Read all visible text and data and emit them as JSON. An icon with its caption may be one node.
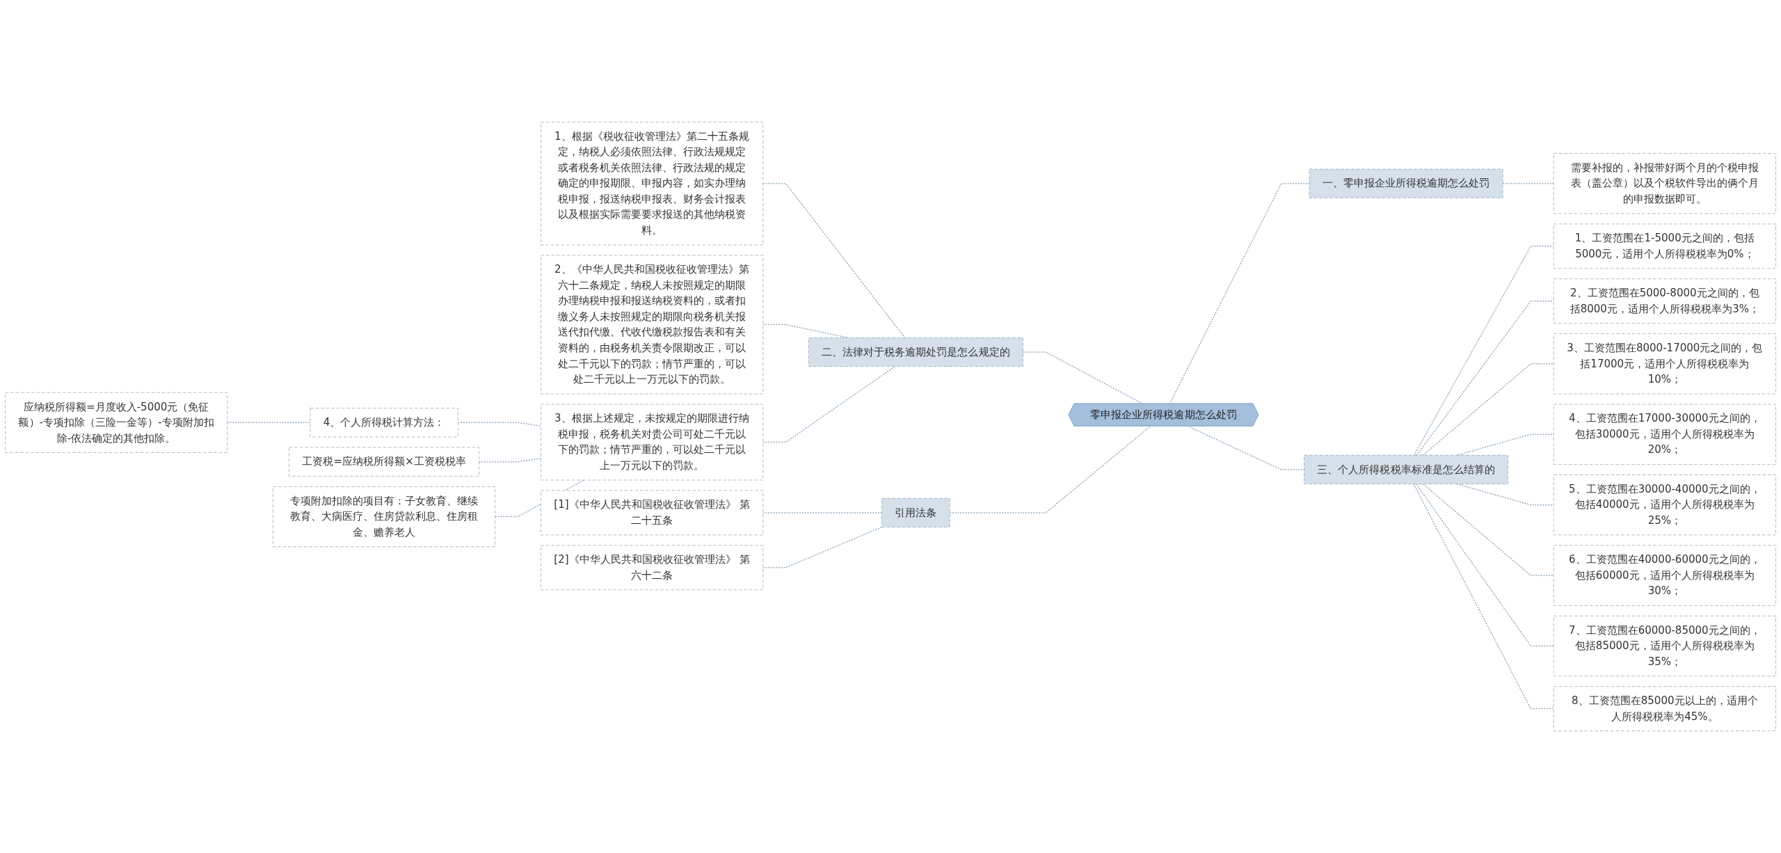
{
  "diagram": {
    "nodes": [
      {
        "text": [
          "零申报企业所得税逾期怎么处罚"
        ]
      },
      {
        "text": [
          "一、零申报企业所得税逾期怎么处罚"
        ]
      },
      {
        "text": [
          "需要补报的，补报带好两个月的个税申报表（盖公章）以及个税软件导出的俩个月的申报数据即可。"
        ]
      },
      {
        "text": [
          "二、法律对于税务逾期处罚是怎么规定的"
        ]
      },
      {
        "text": [
          "1、根据《税收征收管理法》第二十五条规定，纳税人必须依照法律、行政法规规定或者税务机关依照法律、行政法规的规定确定的申报期限、申报内容，如实办理纳税申报，报送纳税申报表、财务会计报表以及根据实际需要要求报送的其他纳税资料。"
        ]
      },
      {
        "text": [
          "2、《中华人民共和国税收征收管理法》第六十二条规定，纳税人未按照规定的期限办理纳税申报和报送纳税资料的，或者扣缴义务人未按照规定的期限向税务机关报送代扣代缴、代收代缴税款报告表和有关资料的，由税务机关责令限期改正，可以处二千元以下的罚款；情节严重的，可以处二千元以上一万元以下的罚款。"
        ]
      },
      {
        "text": [
          "3、根据上述规定，未按规定的期限进行纳税申报，税务机关对贵公司可处二千元以下的罚款；情节严重的，可以处二千元以上一万元以下的罚款。"
        ]
      },
      {
        "text": [
          "4、个人所得税计算方法："
        ]
      },
      {
        "text": [
          "应纳税所得额=月度收入-5000元（免征额）-专项扣除（三险一金等）-专项附加扣除-依法确定的其他扣除。"
        ]
      },
      {
        "text": [
          "工资税=应纳税所得额×工资税税率"
        ]
      },
      {
        "text": [
          "专项附加扣除的项目有：子女教育、继续教育、大病医疗、住房贷款利息、住房租金、赡养老人"
        ]
      },
      {
        "text": [
          "三、个人所得税税率标准是怎么结算的"
        ]
      },
      {
        "text": [
          "1、工资范围在1-5000元之间的，包括5000元，适用个人所得税税率为0%；"
        ]
      },
      {
        "text": [
          "2、工资范围在5000-8000元之间的，包括8000元，适用个人所得税税率为3%；"
        ]
      },
      {
        "text": [
          "3、工资范围在8000-17000元之间的，包括17000元，适用个人所得税税率为10%；"
        ]
      },
      {
        "text": [
          "4、工资范围在17000-30000元之间的，包括30000元，适用个人所得税税率为20%；"
        ]
      },
      {
        "text": [
          "5、工资范围在30000-40000元之间的，包括40000元，适用个人所得税税率为25%；"
        ]
      },
      {
        "text": [
          "6、工资范围在40000-60000元之间的，包括60000元，适用个人所得税税率为30%；"
        ]
      },
      {
        "text": [
          "7、工资范围在60000-85000元之间的，包括85000元，适用个人所得税税率为35%；"
        ]
      },
      {
        "text": [
          "8、工资范围在85000元以上的，适用个人所得税税率为45%。"
        ]
      },
      {
        "text": [
          "引用法条"
        ]
      },
      {
        "text": [
          "[1]《中华人民共和国税收征收管理法》 第二十五条"
        ]
      },
      {
        "text": [
          "[2]《中华人民共和国税收征收管理法》 第六十二条"
        ]
      }
    ],
    "edges": [
      {
        "from": 0,
        "to": 1,
        "arrow": "none",
        "style": "dashed"
      },
      {
        "from": 1,
        "to": 2,
        "arrow": "none",
        "style": "dashed"
      },
      {
        "from": 0,
        "to": 3,
        "arrow": "none",
        "style": "dashed"
      },
      {
        "from": 3,
        "to": 4,
        "arrow": "none",
        "style": "dashed"
      },
      {
        "from": 3,
        "to": 5,
        "arrow": "none",
        "style": "dashed"
      },
      {
        "from": 3,
        "to": 6,
        "arrow": "none",
        "style": "dashed"
      },
      {
        "from": 6,
        "to": 7,
        "arrow": "none",
        "style": "dashed"
      },
      {
        "from": 7,
        "to": 8,
        "arrow": "none",
        "style": "dashed"
      },
      {
        "from": 6,
        "to": 9,
        "arrow": "none",
        "style": "dashed"
      },
      {
        "from": 6,
        "to": 10,
        "arrow": "none",
        "style": "dashed"
      },
      {
        "from": 0,
        "to": 11,
        "arrow": "none",
        "style": "dashed"
      },
      {
        "from": 11,
        "to": 12,
        "arrow": "none",
        "style": "dashed"
      },
      {
        "from": 11,
        "to": 13,
        "arrow": "none",
        "style": "dashed"
      },
      {
        "from": 11,
        "to": 14,
        "arrow": "none",
        "style": "dashed"
      },
      {
        "from": 11,
        "to": 15,
        "arrow": "none",
        "style": "dashed"
      },
      {
        "from": 11,
        "to": 16,
        "arrow": "none",
        "style": "dashed"
      },
      {
        "from": 11,
        "to": 17,
        "arrow": "none",
        "style": "dashed"
      },
      {
        "from": 11,
        "to": 18,
        "arrow": "none",
        "style": "dashed"
      },
      {
        "from": 11,
        "to": 19,
        "arrow": "none",
        "style": "dashed"
      },
      {
        "from": 0,
        "to": 20,
        "arrow": "none",
        "style": "dashed"
      },
      {
        "from": 20,
        "to": 21,
        "arrow": "none",
        "style": "dashed"
      },
      {
        "from": 20,
        "to": 22,
        "arrow": "none",
        "style": "dashed"
      }
    ]
  }
}
